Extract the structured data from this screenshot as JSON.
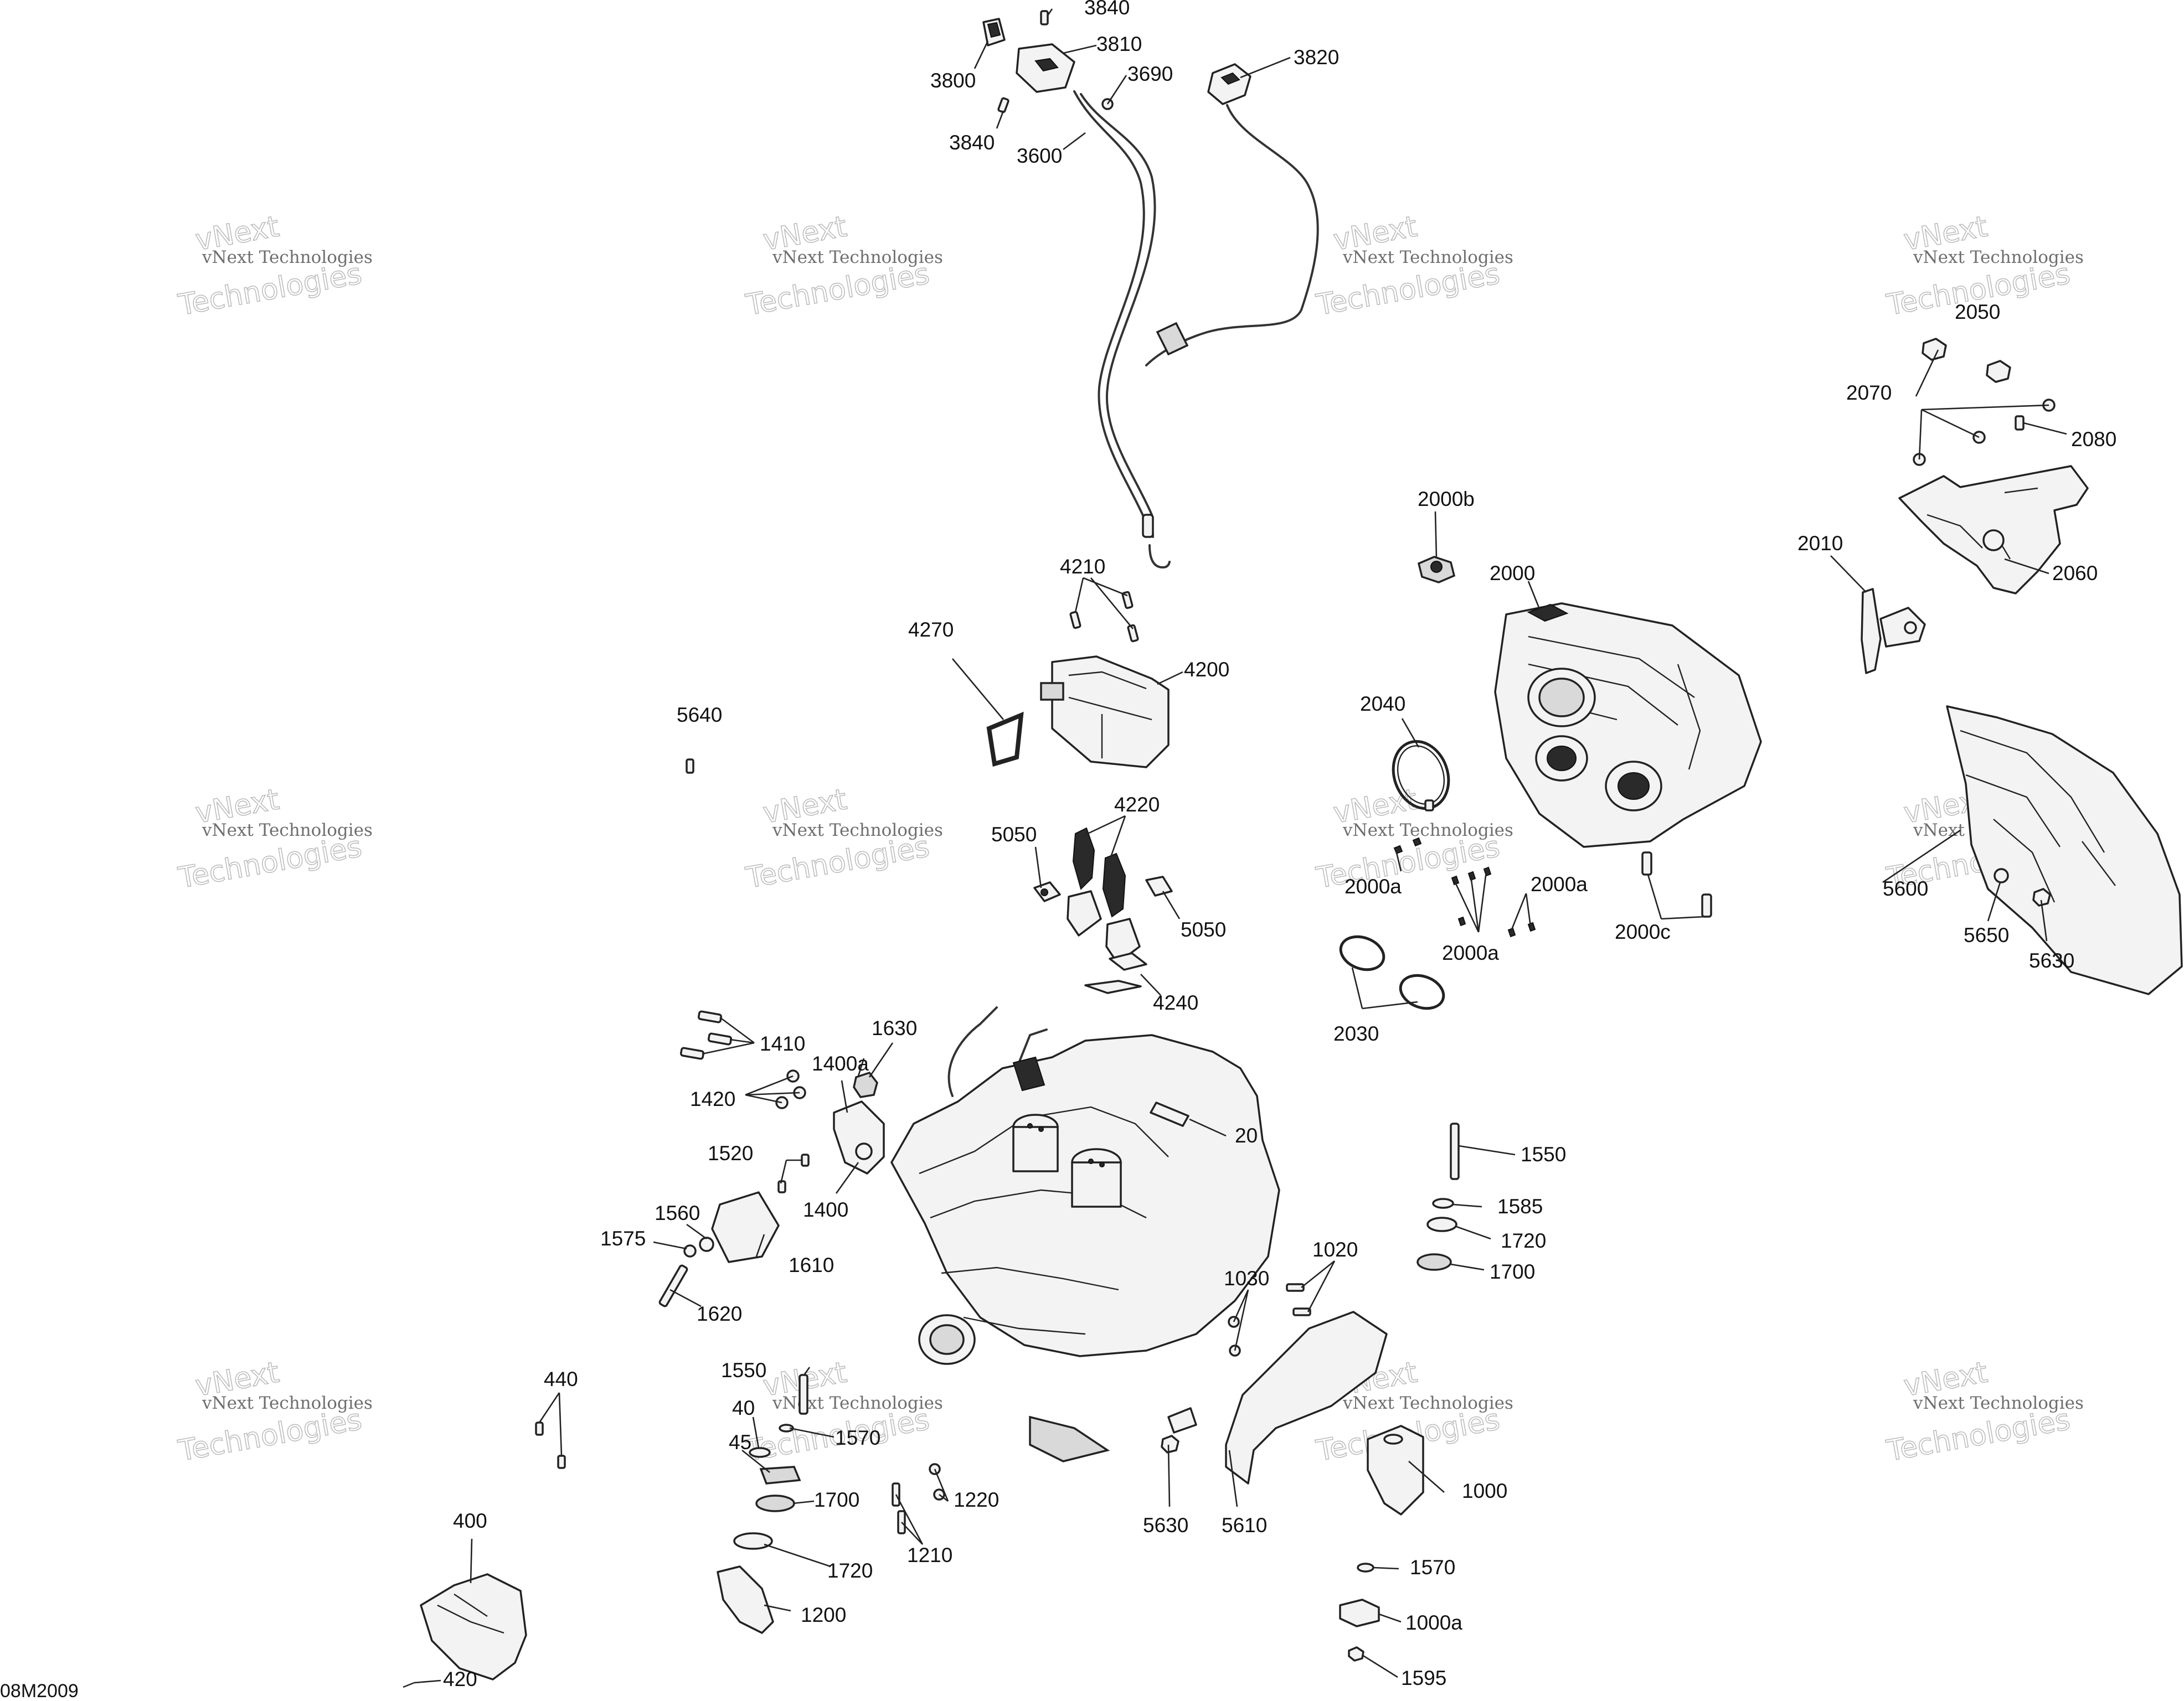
{
  "diagram_code": "08M2009",
  "watermark": {
    "line1": "vNext Technologies",
    "line2": "vNext",
    "line3": "Technologies"
  },
  "callouts": {
    "c3840a": "3840",
    "c3810": "3810",
    "c3800": "3800",
    "c3690": "3690",
    "c3840b": "3840",
    "c3600": "3600",
    "c3820": "3820",
    "c2050": "2050",
    "c2070": "2070",
    "c2080": "2080",
    "c2060": "2060",
    "c2010": "2010",
    "c2000b": "2000b",
    "c2000": "2000",
    "c4210": "4210",
    "c4270": "4270",
    "c4200": "4200",
    "c5640": "5640",
    "c2040": "2040",
    "c5050a": "5050",
    "c4220": "4220",
    "c5050b": "5050",
    "c2000a1": "2000a",
    "c2000a2": "2000a",
    "c2000a3": "2000a",
    "c2000c": "2000c",
    "c5600": "5600",
    "c5650": "5650",
    "c5630a": "5630",
    "c4240": "4240",
    "c2030": "2030",
    "c1410": "1410",
    "c1630": "1630",
    "c1400a": "1400a",
    "c1420": "1420",
    "c20": "20",
    "c1550a": "1550",
    "c1520": "1520",
    "c1400": "1400",
    "c1585": "1585",
    "c1560": "1560",
    "c1720a": "1720",
    "c1575": "1575",
    "c1610": "1610",
    "c1700a": "1700",
    "c1020": "1020",
    "c1030": "1030",
    "c1620": "1620",
    "c440": "440",
    "c1550b": "1550",
    "c40": "40",
    "c1570a": "1570",
    "c45": "45",
    "c1000": "1000",
    "c1700b": "1700",
    "c1220": "1220",
    "c400": "400",
    "c5630b": "5630",
    "c5610": "5610",
    "c1210": "1210",
    "c1720b": "1720",
    "c1570b": "1570",
    "c1200": "1200",
    "c1000a": "1000a",
    "c1595": "1595",
    "c420": "420"
  }
}
